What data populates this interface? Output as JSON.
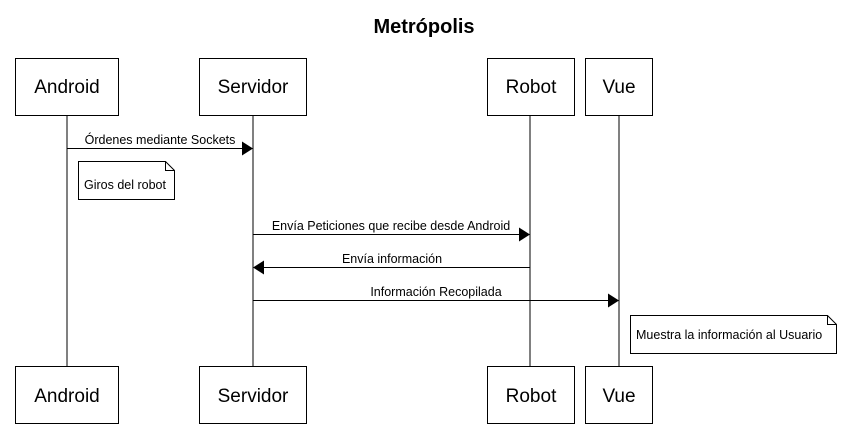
{
  "diagram": {
    "title": "Metrópolis",
    "participants": [
      {
        "id": "android",
        "label": "Android"
      },
      {
        "id": "servidor",
        "label": "Servidor"
      },
      {
        "id": "robot",
        "label": "Robot"
      },
      {
        "id": "vue",
        "label": "Vue"
      }
    ],
    "messages": [
      {
        "from": "android",
        "to": "servidor",
        "label": "Órdenes mediante Sockets"
      },
      {
        "from": "servidor",
        "to": "robot",
        "label": "Envía Peticiones que recibe desde Android"
      },
      {
        "from": "robot",
        "to": "servidor",
        "label": "Envía información"
      },
      {
        "from": "servidor",
        "to": "vue",
        "label": "Información Recopilada"
      }
    ],
    "notes": [
      {
        "attached_to": "android",
        "text": "Giros del robot"
      },
      {
        "attached_to": "vue",
        "text": "Muestra la información al Usuario"
      }
    ]
  }
}
